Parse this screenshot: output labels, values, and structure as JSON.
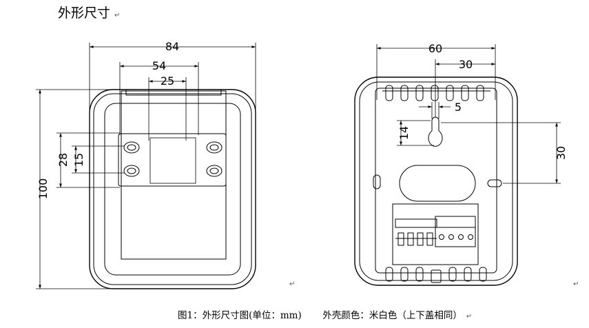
{
  "heading": "外形尺寸",
  "caption": {
    "figure": "图1：外形尺寸图(单位：mm)",
    "shell": "外壳颜色：米白色（上下盖相同）"
  },
  "paragraph_mark": "↵",
  "front_view": {
    "width": "84",
    "window_width": "54",
    "terminal_spacing": "25",
    "height": "100",
    "window_height": "28",
    "terminal_pitch": "15"
  },
  "back_view": {
    "width": "60",
    "hole_offset": "30",
    "slot_width": "5",
    "slot_height": "14",
    "hole_spacing": "30"
  }
}
